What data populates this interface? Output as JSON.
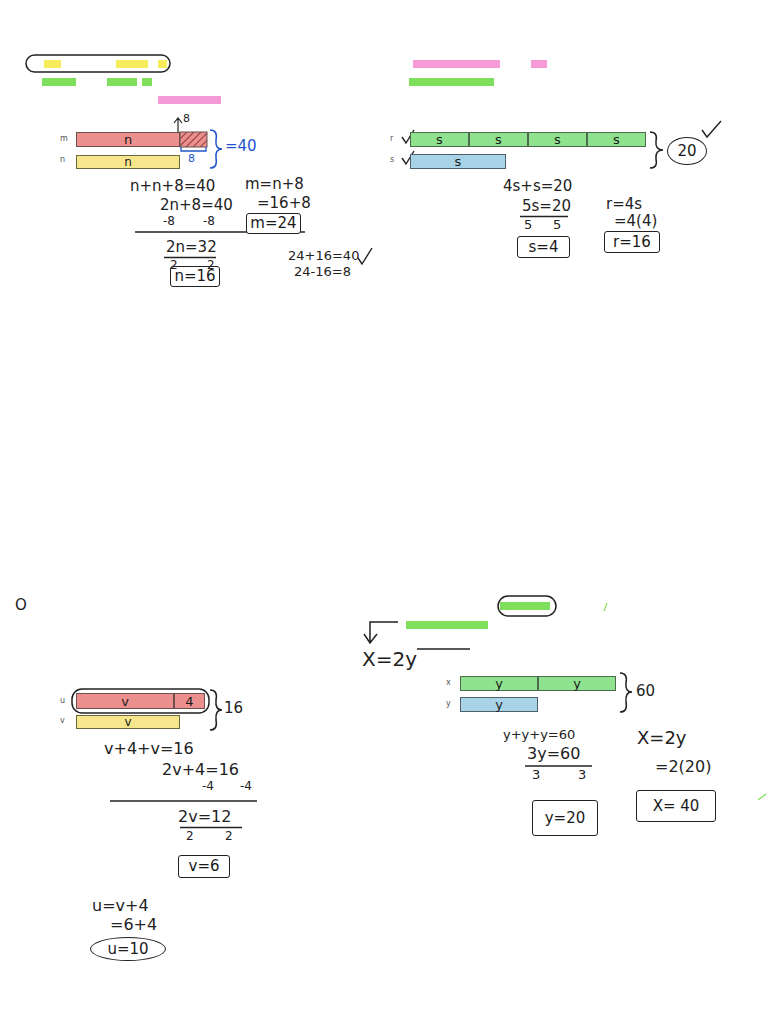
{
  "diagram": {
    "nodes": [
      {
        "text": [
          "n"
        ]
      },
      {
        "text": [
          "n"
        ]
      },
      {
        "text": [
          "m=24"
        ]
      },
      {
        "text": [
          "n=16"
        ]
      },
      {
        "text": [
          "s"
        ]
      },
      {
        "text": [
          "s"
        ]
      },
      {
        "text": [
          "s"
        ]
      },
      {
        "text": [
          "s"
        ]
      },
      {
        "text": [
          "s"
        ]
      },
      {
        "text": [
          "20"
        ]
      },
      {
        "text": [
          "s=4"
        ]
      },
      {
        "text": [
          "r=16"
        ]
      },
      {
        "text": [
          "v"
        ]
      },
      {
        "text": [
          "4"
        ]
      },
      {
        "text": [
          "v"
        ]
      },
      {
        "text": [
          "v=6"
        ]
      },
      {
        "text": [
          "u=10"
        ]
      },
      {
        "text": [
          "y"
        ]
      },
      {
        "text": [
          "y"
        ]
      },
      {
        "text": [
          "y"
        ]
      },
      {
        "text": [
          "y=20"
        ]
      },
      {
        "text": [
          "X= 40"
        ]
      }
    ],
    "labels": [
      "8",
      "8",
      "=40",
      "n+n+8=40",
      "2n+8=40",
      "-8",
      "-8",
      "2n=32",
      "2",
      "2",
      "m=n+8",
      "=16+8",
      "24+16=40",
      "24-16=8",
      "4s+s=20",
      "5s=20",
      "5",
      "5",
      "r=4s",
      "=4(4)",
      "O",
      "16",
      "v+4+v=16",
      "2v+4=16",
      "-4",
      "-4",
      "2v=12",
      "2",
      "2",
      "u=v+4",
      "=6+4",
      "X=2y",
      "60",
      "y+y+y=60",
      "3y=60",
      "3",
      "3",
      "X=2y",
      "=2(20)",
      "m",
      "n",
      "r",
      "s",
      "u",
      "v",
      "x",
      "y"
    ]
  }
}
